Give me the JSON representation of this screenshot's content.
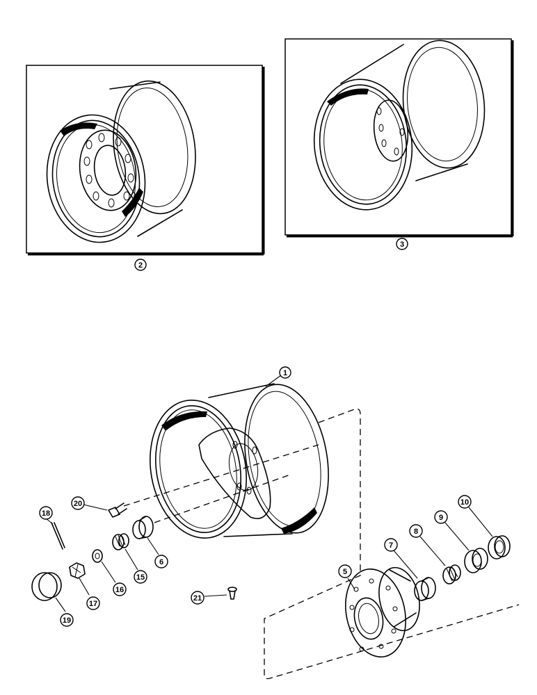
{
  "callouts": {
    "c1": "1",
    "c2": "2",
    "c3": "3",
    "c5": "5",
    "c6": "6",
    "c7": "7",
    "c8": "8",
    "c9": "9",
    "c10": "10",
    "c15": "15",
    "c16": "16",
    "c17": "17",
    "c18": "18",
    "c19": "19",
    "c20": "20",
    "c21": "21"
  }
}
